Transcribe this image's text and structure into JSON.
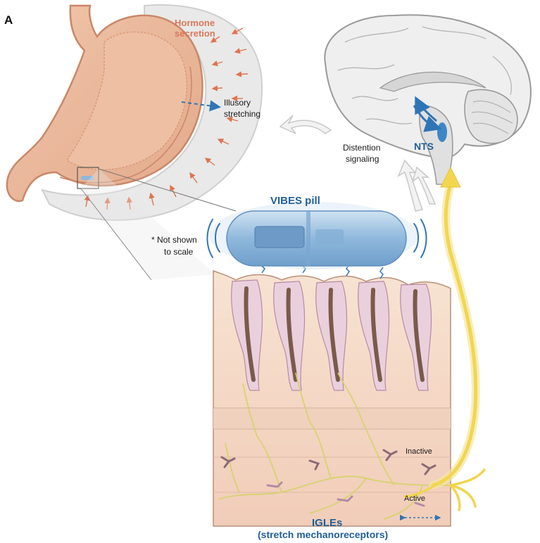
{
  "panel_label": "A",
  "labels": {
    "hormone_line1": "Hormone",
    "hormone_line2": "secretion",
    "illusory_line1": "Illusory",
    "illusory_line2": "stretching",
    "distention_line1": "Distention",
    "distention_line2": "signaling",
    "nts": "NTS",
    "pill": "VIBES pill",
    "scale_line1": "* Not shown",
    "scale_line2": "to scale",
    "inactive": "Inactive",
    "active": "Active",
    "igle_line1": "IGLEs",
    "igle_line2": "(stretch mechanoreceptors)"
  },
  "colors": {
    "stomach": "#e8b79a",
    "stomach_dark": "#c98768",
    "lining": "#e6e6e6",
    "brain": "#eeeeee",
    "pill": "#9fc3e3",
    "label_blue": "#1f5f9a",
    "hormone": "#d9785a",
    "nerve": "#f3dc6a",
    "tissue": "#f3dcc9"
  }
}
